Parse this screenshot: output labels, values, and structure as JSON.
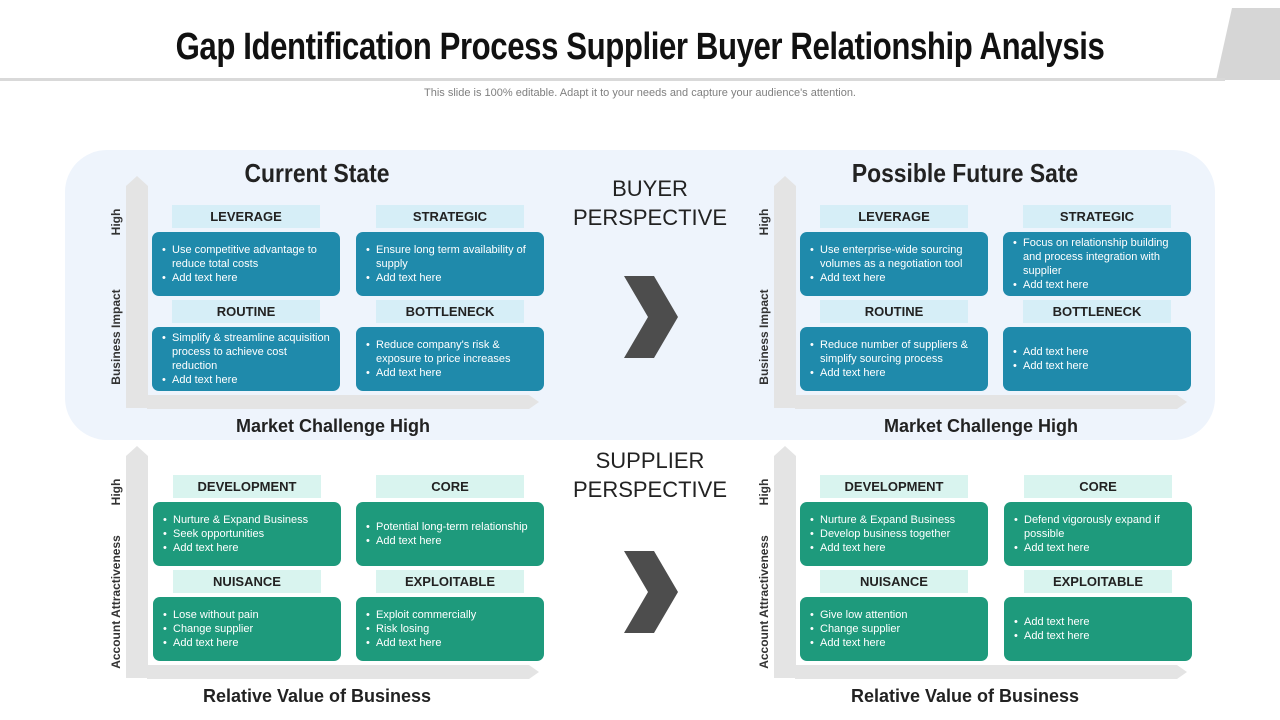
{
  "title": "Gap Identification Process Supplier Buyer Relationship Analysis",
  "subtitle": "This slide is 100% editable. Adapt it to your needs and capture your audience's attention.",
  "buyer_perspective": "BUYER PERSPECTIVE",
  "supplier_perspective": [
    "SUPPLIER",
    "PERSPECTIVE"
  ],
  "colors": {
    "buyer_box": "#1f8aab",
    "buyer_label": "#d6eef7",
    "supplier_box": "#1e9a7c",
    "supplier_label": "#d9f4ef",
    "arrow": "#4d4d4d",
    "band": "#eef4fc"
  },
  "quadrants": {
    "buyer_current": {
      "heading": "Current State",
      "y_high": "High",
      "y_label": "Business Impact",
      "x_label": "Market Challenge High",
      "cells": [
        {
          "label": "LEVERAGE",
          "items": [
            "Use competitive advantage to reduce total costs",
            "Add text here"
          ]
        },
        {
          "label": "STRATEGIC",
          "items": [
            "Ensure long term availability  of supply",
            "Add text here"
          ]
        },
        {
          "label": "ROUTINE",
          "items": [
            "Simplify & streamline acquisition process to achieve cost reduction",
            "Add text here"
          ]
        },
        {
          "label": "BOTTLENECK",
          "items": [
            "Reduce company's risk & exposure to price increases",
            "Add text here"
          ]
        }
      ]
    },
    "buyer_future": {
      "heading": "Possible Future Sate",
      "y_high": "High",
      "y_label": "Business Impact",
      "x_label": "Market Challenge High",
      "cells": [
        {
          "label": "LEVERAGE",
          "items": [
            "Use enterprise-wide sourcing volumes as a negotiation tool",
            "Add text here"
          ]
        },
        {
          "label": "STRATEGIC",
          "items": [
            "Focus on relationship building and process integration with supplier",
            "Add text here"
          ]
        },
        {
          "label": "ROUTINE",
          "items": [
            "Reduce number of suppliers & simplify sourcing process",
            "Add text here"
          ]
        },
        {
          "label": "BOTTLENECK",
          "items": [
            "Add text here",
            "Add text here"
          ]
        }
      ]
    },
    "supplier_current": {
      "heading": "",
      "y_high": "High",
      "y_label": "Account Attractiveness",
      "x_label": "Relative Value of Business",
      "cells": [
        {
          "label": "DEVELOPMENT",
          "items": [
            "Nurture & Expand Business",
            "Seek opportunities",
            "Add text here"
          ]
        },
        {
          "label": "CORE",
          "items": [
            "Potential long-term relationship",
            "Add text here"
          ]
        },
        {
          "label": "NUISANCE",
          "items": [
            "Lose without pain",
            "Change supplier",
            "Add text here"
          ]
        },
        {
          "label": "EXPLOITABLE",
          "items": [
            "Exploit commercially",
            "Risk losing",
            "Add text here"
          ]
        }
      ]
    },
    "supplier_future": {
      "heading": "",
      "y_high": "High",
      "y_label": "Account Attractiveness",
      "x_label": "Relative Value of Business",
      "cells": [
        {
          "label": "DEVELOPMENT",
          "items": [
            "Nurture & Expand Business",
            "Develop business together",
            "Add text here"
          ]
        },
        {
          "label": "CORE",
          "items": [
            "Defend vigorously  expand if possible",
            "Add text here"
          ]
        },
        {
          "label": "NUISANCE",
          "items": [
            "Give low attention",
            "Change supplier",
            "Add text here"
          ]
        },
        {
          "label": "EXPLOITABLE",
          "items": [
            "Add text here",
            "Add text here"
          ]
        }
      ]
    }
  }
}
